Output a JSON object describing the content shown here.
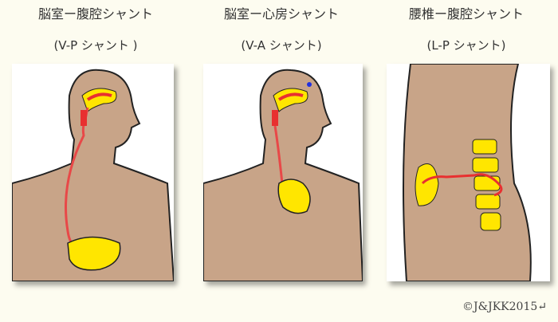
{
  "panels": [
    {
      "title": "脳室ー腹腔シャント",
      "subtitle": "(V-P シャント )"
    },
    {
      "title": "脳室ー心房シャント",
      "subtitle": "(V-A シャント)"
    },
    {
      "title": "腰椎ー腹腔シャント",
      "subtitle": "(L-P シャント)"
    }
  ],
  "copyright": "©J&JKK2015↵"
}
